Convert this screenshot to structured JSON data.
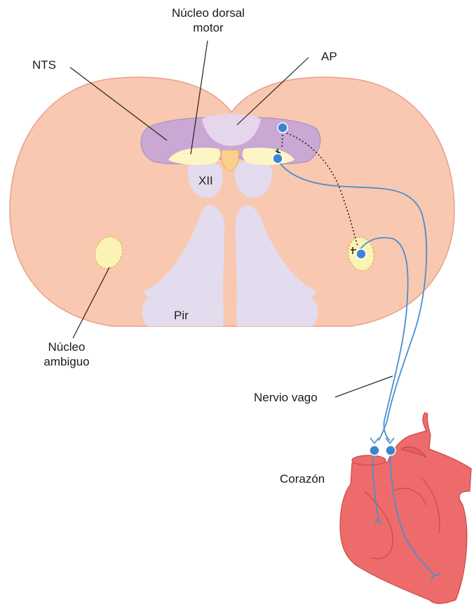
{
  "labels": {
    "nucleo_dorsal_motor_line1": "Núcleo dorsal",
    "nucleo_dorsal_motor_line2": "motor",
    "nts": "NTS",
    "ap": "AP",
    "xii": "XII",
    "pir": "Pir",
    "nucleo_ambiguo_line1": "Núcleo",
    "nucleo_ambiguo_line2": "ambiguo",
    "nervio_vago": "Nervio vago",
    "corazon": "Corazón"
  },
  "colors": {
    "medulla": "#f9c8b1",
    "medulla_outline": "#e8a089",
    "nts": "#c9a8d4",
    "area_postrema": "#e6d6ec",
    "pale_structures": "#e3dcee",
    "dorsal_motor_nucleus": "#fdf6c4",
    "nucleus_ambiguus": "#fbf3b5",
    "central_canal": "#fbd08a",
    "nerve": "#4a8fcf",
    "neuron": "#3d86cf",
    "heart": "#ee6b6b",
    "heart_outline": "#c94848"
  }
}
